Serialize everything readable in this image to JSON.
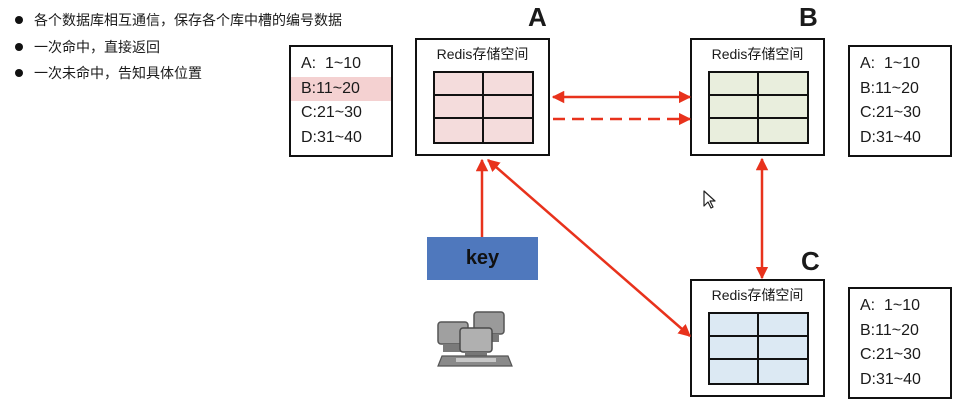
{
  "bullets": [
    "各个数据库相互通信，保存各个库中槽的编号数据",
    "一次命中，直接返回",
    "一次未命中，告知具体位置"
  ],
  "nodes": {
    "A": {
      "letter": "A",
      "title": "Redis存储空间",
      "fill": "#f4dcdc"
    },
    "B": {
      "letter": "B",
      "title": "Redis存储空间",
      "fill": "#e9eedd"
    },
    "C": {
      "letter": "C",
      "title": "Redis存储空间",
      "fill": "#dce9f3"
    }
  },
  "range_tables": [
    {
      "rows": [
        "A:  1~10",
        "B:11~20",
        "C:21~30",
        "D:31~40"
      ],
      "highlight_row": 1
    },
    {
      "rows": [
        "A:  1~10",
        "B:11~20",
        "C:21~30",
        "D:31~40"
      ]
    },
    {
      "rows": [
        "A:  1~10",
        "B:11~20",
        "C:21~30",
        "D:31~40"
      ]
    }
  ],
  "key_label": "key",
  "colors": {
    "arrow": "#e8321c",
    "key_box": "#4f78bd",
    "highlight": "#f4d1d1"
  },
  "icons": [
    "cursor-icon",
    "computer-cluster-icon"
  ]
}
